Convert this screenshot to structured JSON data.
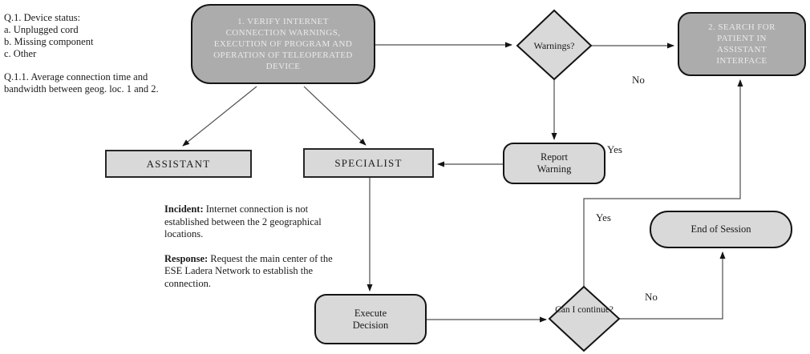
{
  "diagram": {
    "colors": {
      "node_dark_fill": "#acacac",
      "node_dark_text": "#eaeaea",
      "node_light_fill": "#d9d9d9",
      "border": "#141414",
      "line": "#4d4d4d"
    },
    "annotations": {
      "q1_title": "Q.1. Device status:",
      "q1_a": "a. Unplugged cord",
      "q1_b": "b. Missing component",
      "q1_c": "c. Other",
      "q11": "Q.1.1. Average connection time and bandwidth between geog. loc. 1 and 2.",
      "incident_label": "Incident:",
      "incident_text": " Internet connection is not established between the 2 geographical locations.",
      "response_label": "Response:",
      "response_text": " Request the main center of the ESE Ladera Network to establish the connection."
    },
    "nodes": {
      "verify": "1. VERIFY INTERNET CONNECTION WARNINGS, EXECUTION OF PROGRAM AND OPERATION OF TELEOPERATED DEVICE",
      "warnings": "Warnings?",
      "search": "2. SEARCH FOR PATIENT IN ASSISTANT INTERFACE",
      "assistant": "ASSISTANT",
      "specialist": "SPECIALIST",
      "report_warning": "Report Warning",
      "execute_decision": "Execute Decision",
      "can_continue": "Can I continue?",
      "end_session": "End of Session"
    },
    "edge_labels": {
      "warnings_no": "No",
      "warnings_yes": "Yes",
      "continue_yes": "Yes",
      "continue_no": "No"
    }
  }
}
